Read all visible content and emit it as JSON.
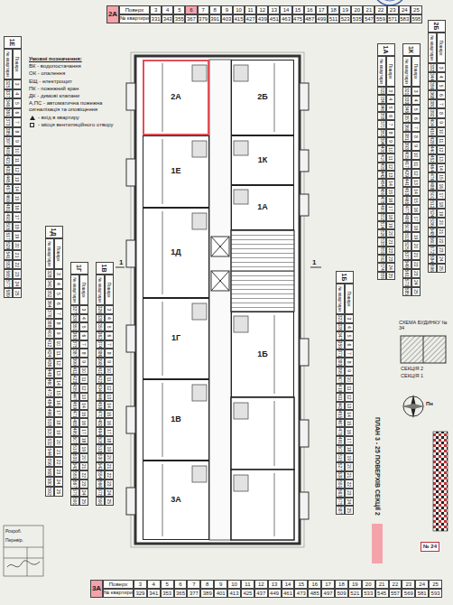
{
  "diagram": {
    "title": "ПЛАН 3 - 25 ПОВЕРХІВ СЕКЦІЇ 2",
    "nodes": [
      {
        "text": [
          "2А"
        ]
      },
      {
        "text": [
          "1Е"
        ]
      },
      {
        "text": [
          "1Д"
        ]
      },
      {
        "text": [
          "1Г"
        ]
      },
      {
        "text": [
          "1В"
        ]
      },
      {
        "text": [
          "3А"
        ]
      },
      {
        "text": [
          "2Б"
        ]
      },
      {
        "text": [
          "1К"
        ]
      },
      {
        "text": [
          "1А"
        ]
      },
      {
        "text": [
          "1Б"
        ]
      }
    ],
    "labels": [
      "2А",
      "Поверх",
      "3",
      "4",
      "5",
      "6",
      "7",
      "8",
      "9",
      "10",
      "11",
      "12",
      "13",
      "14",
      "15",
      "16",
      "17",
      "18",
      "19",
      "20",
      "21",
      "22",
      "23",
      "24",
      "25",
      "№ квартири",
      "331",
      "343",
      "355",
      "367",
      "379",
      "391",
      "403",
      "415",
      "427",
      "439",
      "451",
      "463",
      "475",
      "487",
      "499",
      "511",
      "523",
      "535",
      "547",
      "559",
      "571",
      "583",
      "595",
      "2Б",
      "Поверх",
      "3",
      "4",
      "5",
      "6",
      "7",
      "8",
      "9",
      "10",
      "11",
      "12",
      "13",
      "14",
      "15",
      "16",
      "17",
      "18",
      "19",
      "20",
      "21",
      "22",
      "23",
      "24",
      "25",
      "№ квартири",
      "332",
      "344",
      "356",
      "368",
      "380",
      "392",
      "404",
      "416",
      "428",
      "440",
      "452",
      "464",
      "476",
      "488",
      "500",
      "512",
      "524",
      "536",
      "548",
      "560",
      "572",
      "584",
      "596",
      "1К",
      "Поверх",
      "3",
      "4",
      "5",
      "6",
      "7",
      "8",
      "9",
      "10",
      "11",
      "12",
      "13",
      "14",
      "15",
      "16",
      "17",
      "18",
      "19",
      "20",
      "21",
      "22",
      "23",
      "24",
      "25",
      "№ квартири",
      "321",
      "333",
      "345",
      "357",
      "369",
      "381",
      "393",
      "405",
      "417",
      "429",
      "441",
      "453",
      "465",
      "477",
      "489",
      "501",
      "513",
      "525",
      "537",
      "549",
      "561",
      "573",
      "585",
      "1А",
      "Поверх",
      "3",
      "4",
      "5",
      "6",
      "7",
      "8",
      "9",
      "10",
      "11",
      "12",
      "13",
      "14",
      "15",
      "16",
      "17",
      "18",
      "19",
      "20",
      "21",
      "22",
      "23",
      "24",
      "25",
      "№ квартири",
      "322",
      "334",
      "346",
      "358",
      "370",
      "382",
      "394",
      "406",
      "418",
      "430",
      "442",
      "454",
      "466",
      "478",
      "490",
      "502",
      "514",
      "526",
      "538",
      "550",
      "562",
      "574",
      "586",
      "1Е",
      "Поверх",
      "3",
      "4",
      "5",
      "6",
      "7",
      "8",
      "9",
      "10",
      "11",
      "12",
      "13",
      "14",
      "15",
      "16",
      "17",
      "18",
      "19",
      "20",
      "21",
      "22",
      "23",
      "24",
      "25",
      "№ квартири",
      "325",
      "337",
      "349",
      "361",
      "373",
      "385",
      "397",
      "409",
      "421",
      "433",
      "445",
      "457",
      "469",
      "481",
      "493",
      "505",
      "517",
      "529",
      "541",
      "553",
      "565",
      "577",
      "589",
      "1Д",
      "Поверх",
      "3",
      "4",
      "5",
      "6",
      "7",
      "8",
      "9",
      "10",
      "11",
      "12",
      "13",
      "14",
      "15",
      "16",
      "17",
      "18",
      "19",
      "20",
      "21",
      "22",
      "23",
      "24",
      "25",
      "№ квартири",
      "328",
      "340",
      "352",
      "364",
      "376",
      "388",
      "400",
      "412",
      "424",
      "436",
      "448",
      "460",
      "472",
      "484",
      "496",
      "508",
      "520",
      "532",
      "544",
      "556",
      "568",
      "580",
      "592",
      "1Г",
      "Поверх",
      "3",
      "4",
      "5",
      "6",
      "7",
      "8",
      "9",
      "10",
      "11",
      "12",
      "13",
      "14",
      "15",
      "16",
      "17",
      "18",
      "19",
      "20",
      "21",
      "22",
      "23",
      "24",
      "25",
      "№ квартири",
      "327",
      "339",
      "351",
      "363",
      "375",
      "387",
      "399",
      "411",
      "423",
      "435",
      "447",
      "459",
      "471",
      "483",
      "495",
      "507",
      "519",
      "531",
      "543",
      "555",
      "567",
      "579",
      "591",
      "1В",
      "Поверх",
      "3",
      "4",
      "5",
      "6",
      "7",
      "8",
      "9",
      "10",
      "11",
      "12",
      "13",
      "14",
      "15",
      "16",
      "17",
      "18",
      "19",
      "20",
      "21",
      "22",
      "23",
      "24",
      "25",
      "№ квартири",
      "326",
      "338",
      "350",
      "362",
      "374",
      "386",
      "398",
      "410",
      "422",
      "434",
      "446",
      "458",
      "470",
      "482",
      "494",
      "506",
      "518",
      "530",
      "542",
      "554",
      "566",
      "578",
      "590",
      "1Б",
      "Поверх",
      "3",
      "4",
      "5",
      "6",
      "7",
      "8",
      "9",
      "10",
      "11",
      "12",
      "13",
      "14",
      "15",
      "16",
      "17",
      "18",
      "19",
      "20",
      "21",
      "22",
      "23",
      "24",
      "25",
      "№ квартири",
      "323",
      "335",
      "347",
      "359",
      "371",
      "383",
      "395",
      "407",
      "419",
      "431",
      "443",
      "455",
      "467",
      "479",
      "491",
      "503",
      "515",
      "527",
      "539",
      "551",
      "563",
      "575",
      "587",
      "3А",
      "Поверх",
      "3",
      "4",
      "5",
      "6",
      "7",
      "8",
      "9",
      "10",
      "11",
      "12",
      "13",
      "14",
      "15",
      "16",
      "17",
      "18",
      "19",
      "20",
      "21",
      "22",
      "23",
      "24",
      "25",
      "№ квартири",
      "329",
      "341",
      "353",
      "365",
      "377",
      "389",
      "401",
      "413",
      "425",
      "437",
      "449",
      "461",
      "473",
      "485",
      "497",
      "509",
      "521",
      "533",
      "545",
      "557",
      "569",
      "581",
      "593",
      "Умовні позначення:",
      "СХЕМА БУДИНКУ № 34",
      "СЕКЦІЯ 2",
      "СЕКЦІЯ 1",
      "1",
      "1",
      "Пн",
      "№ 24",
      "Розроб.",
      "Перевір."
    ],
    "legend": [
      {
        "text": "ВК - водопостачання"
      },
      {
        "text": "ОК - опалення"
      },
      {
        "text": "ЕЩ - електрощит"
      },
      {
        "text": "ПК - пожежний кран"
      },
      {
        "text": "ДК - димові клапани"
      },
      {
        "text": "А,ПС - автоматична пожежна сигналізація та оповіщення"
      },
      {
        "text": "- вхід в квартиру"
      },
      {
        "text": "- місця вентиляційного отвору"
      }
    ]
  }
}
